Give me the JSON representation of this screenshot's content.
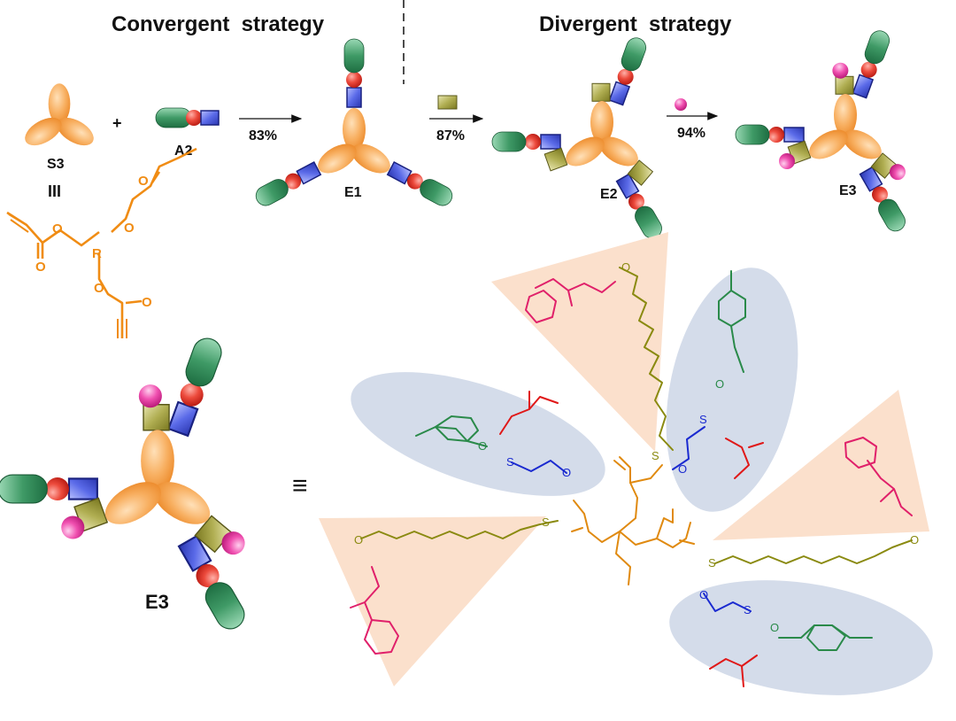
{
  "headings": {
    "convergent": "Convergent  strategy",
    "divergent": "Divergent  strategy"
  },
  "labels": {
    "s3": "S3",
    "a2": "A2",
    "e1": "E1",
    "e2": "E2",
    "e3_top": "E3",
    "e3_bottom": "E3",
    "plus": "+",
    "equiv_top": "III",
    "equiv_bottom": "≡",
    "core_atom": "R"
  },
  "yields": {
    "step1": "83%",
    "step2": "87%",
    "step3": "94%"
  },
  "atoms": {
    "oxygen": "O",
    "sulfur": "S"
  },
  "colors": {
    "core_orange": "#f6a24a",
    "green_block": "#4a9a6a",
    "red_sphere": "#e63a2e",
    "blue_square": "#4a5ad8",
    "olive_square": "#9c9a38",
    "pink_sphere": "#e83e9c",
    "triangle_fill": "#fbe0cc",
    "ellipse_fill": "#d4dcea",
    "chain_olive": "#8a8a10",
    "ester_orange": "#e08a10",
    "benzyl_pink": "#e0206a",
    "thio_blue": "#1a2ad0",
    "tolyl_green": "#2a8a4a",
    "ester_red": "#e01818"
  }
}
